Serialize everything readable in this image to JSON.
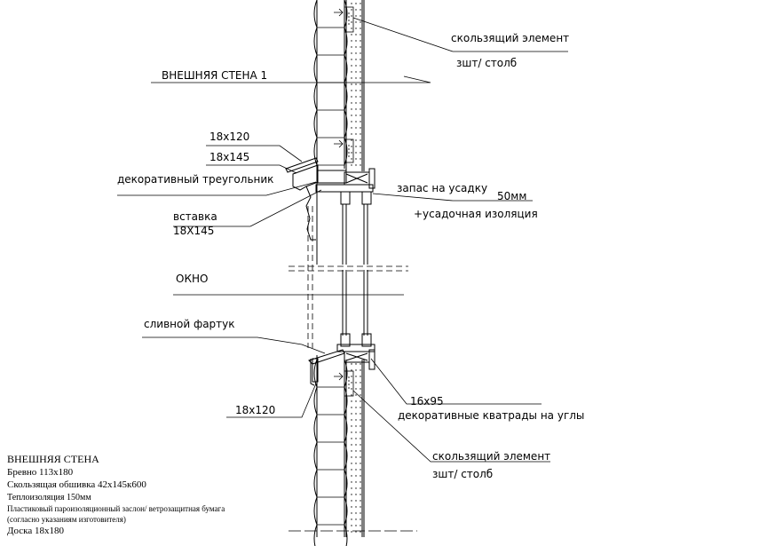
{
  "labels": {
    "slide_top": "скользящий элемент",
    "slide_top_sub": "зшт/ столб",
    "wall_title": "ВНЕШНЯЯ СТЕНА 1",
    "b18x120_top": "18x120",
    "b18x145": "18x145",
    "deco_triangle": "декоративный треугольник",
    "insert": "вставка",
    "insert_size": "18X145",
    "shrink_gap": "запас на усадку",
    "shrink_mm": "50мм",
    "shrink_insulation": "+усадочная изоляция",
    "window": "ОКНО",
    "drip": "сливной фартук",
    "b18x120_bottom": "18x120",
    "b16x95": "16x95",
    "deco_squares": "декоративные кватрады на углы",
    "slide_bottom": "скользящий элемент",
    "slide_bottom_sub": "зшт/ столб"
  },
  "spec": {
    "title": "ВНЕШНЯЯ СТЕНА",
    "lines": [
      "Бревно 113x180",
      "Скользящая обшивка 42x145к600",
      "Теплоизоляция 150мм",
      "Пластиковый пароизоляционный заслон/ ветрозащитная бумага",
      "(согласно указаниям изготовителя)",
      "Доска 18x180"
    ]
  }
}
